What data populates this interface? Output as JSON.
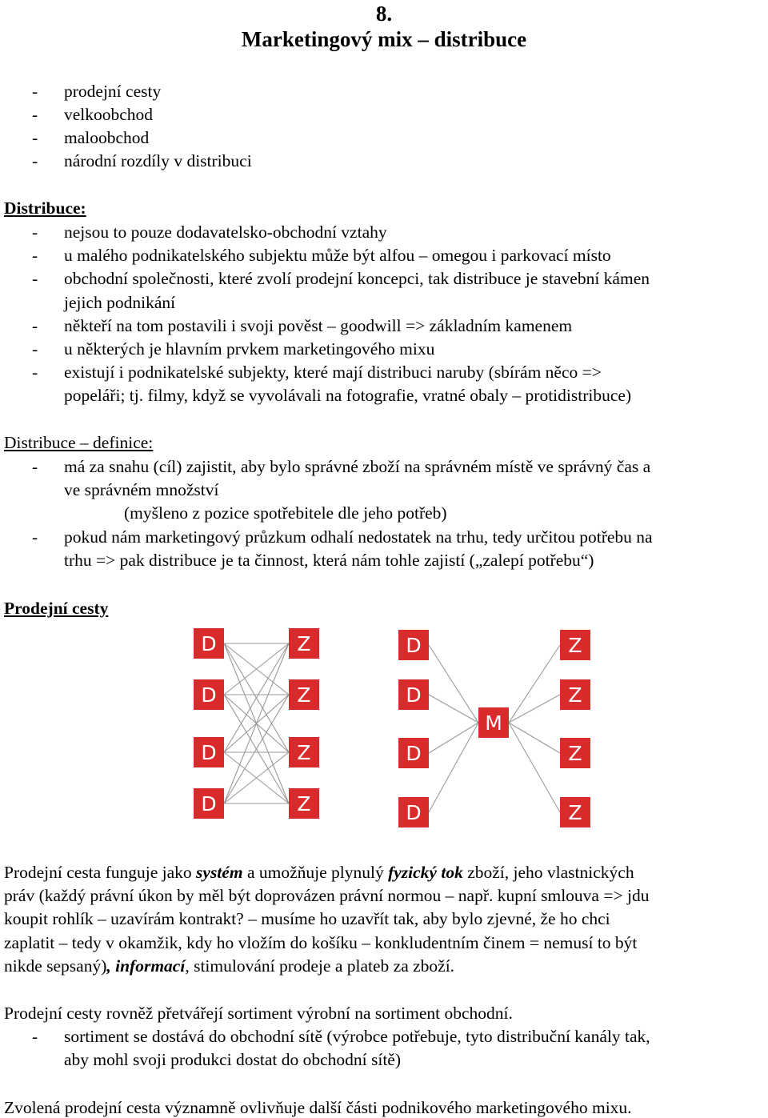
{
  "title": {
    "number": "8.",
    "text": "Marketingový mix – distribuce"
  },
  "intro_list": [
    "prodejní cesty",
    "velkoobchod",
    "maloobchod",
    "národní rozdíly v distribuci"
  ],
  "distribuce": {
    "heading": "Distribuce:",
    "items": [
      [
        "nejsou to pouze dodavatelsko-obchodní vztahy"
      ],
      [
        "u malého podnikatelského subjektu může být alfou – omegou i parkovací místo"
      ],
      [
        "obchodní společnosti, které zvolí prodejní koncepci, tak distribuce je stavební kámen",
        "jejich podnikání"
      ],
      [
        "někteří na tom postavili i svoji pověst – goodwill => základním kamenem"
      ],
      [
        "u některých je hlavním prvkem marketingového mixu"
      ],
      [
        "existují i podnikatelské subjekty, které mají distribuci naruby (sbírám něco =>",
        "popeláři; tj. filmy, když se vyvolávali na fotografie, vratné obaly – protidistribuce)"
      ]
    ]
  },
  "definice": {
    "heading": "Distribuce – definice:",
    "item1": [
      "má za snahu (cíl) zajistit, aby bylo správné zboží na správném místě ve správný čas a",
      "ve správném množství"
    ],
    "note": "(myšleno z pozice spotřebitele dle jeho potřeb)",
    "item2": [
      "pokud nám marketingový průzkum odhalí nedostatek na trhu, tedy určitou potřebu na",
      "trhu => pak distribuce je ta činnost, která nám tohle zajistí („zalepí potřebu“)"
    ]
  },
  "prodejni_cesty": {
    "heading": "Prodejní cesty",
    "diagram": {
      "producer_label": "D",
      "consumer_label": "Z",
      "middleman_label": "M",
      "box_color": "#d92b2b",
      "line_color": "#999999",
      "left_rows": 4,
      "right_rows": 4
    },
    "para1": [
      {
        "text": "Prodejní cesta funguje jako "
      },
      {
        "text": "systém",
        "style": "bi"
      },
      {
        "text": " a umožňuje plynulý "
      },
      {
        "text": "fyzický tok",
        "style": "bi"
      },
      {
        "text": " zboží, jeho vlastnických"
      }
    ],
    "para1_lines": [
      "práv (každý právní úkon by měl být doprovázen právní normou – např. kupní smlouva => jdu",
      "koupit rohlík – uzavírám kontrakt? – musíme ho uzavřít tak, aby bylo zjevné, že ho chci",
      "zaplatit – tedy v okamžik, kdy ho vložím do košíku – konkludentním činem = nemusí to být"
    ],
    "para1_last": [
      {
        "text": "nikde sepsaný)"
      },
      {
        "text": ", informací",
        "style": "bi"
      },
      {
        "text": ", stimulování prodeje a plateb za zboží."
      }
    ],
    "para2": "Prodejní cesty rovněž přetvářejí sortiment výrobní na sortiment obchodní.",
    "para2_item": [
      "sortiment se dostává do obchodní sítě (výrobce potřebuje, tyto distribuční kanály tak,",
      "aby mohl svoji produkci dostat do obchodní sítě)"
    ],
    "closing": "Zvolená prodejní cesta významně ovlivňuje další části podnikového marketingového mixu."
  }
}
